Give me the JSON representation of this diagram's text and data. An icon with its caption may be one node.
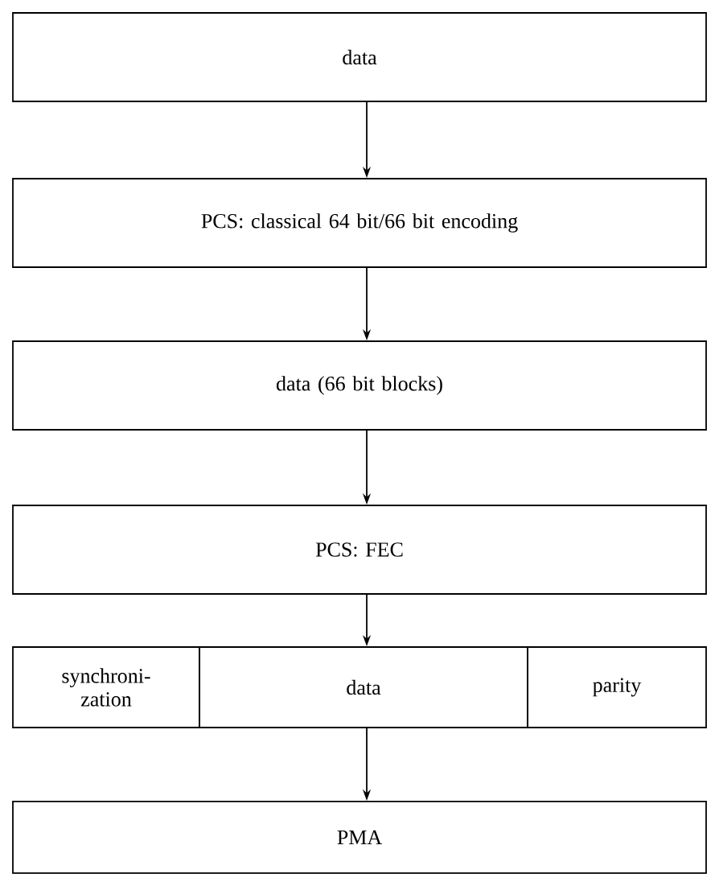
{
  "diagram": {
    "nodes": [
      {
        "text": [
          "data"
        ]
      },
      {
        "text": [
          "PCS: classical 64 bit/66 bit encoding"
        ]
      },
      {
        "text": [
          "data (66 bit blocks)"
        ]
      },
      {
        "text": [
          "PCS: FEC"
        ]
      },
      {
        "text": [
          "synchroni- zation"
        ]
      },
      {
        "text": [
          "data"
        ]
      },
      {
        "text": [
          "parity"
        ]
      },
      {
        "text": [
          "PMA"
        ]
      }
    ],
    "edges": [
      {
        "from": 0,
        "to": 1,
        "arrow": "to"
      },
      {
        "from": 1,
        "to": 2,
        "arrow": "to"
      },
      {
        "from": 2,
        "to": 3,
        "arrow": "to"
      },
      {
        "from": 3,
        "to": 5,
        "arrow": "to"
      },
      {
        "from": 5,
        "to": 7,
        "arrow": "to"
      }
    ]
  }
}
